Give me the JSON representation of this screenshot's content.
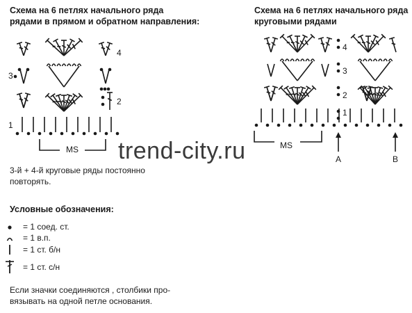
{
  "left_title": {
    "line1": "Схема на 6 петлях начального ряда",
    "line2": "рядами в прямом и обратном направления:"
  },
  "right_title": {
    "line1": "Схема на 6 петлях начального ряда",
    "line2": "круговыми рядами"
  },
  "left_diagram": {
    "row_numbers": [
      "4",
      "3",
      "2",
      "1"
    ],
    "repeat_label": "MS"
  },
  "right_diagram": {
    "row_numbers": [
      "4",
      "3",
      "2",
      "1"
    ],
    "repeat_label": "MS",
    "marker_a": "A",
    "marker_b": "B"
  },
  "watermark": "trend-city.ru",
  "repeat_note": {
    "line1": "3-й + 4-й круговые  ряды постоянно",
    "line2": "повторять."
  },
  "legend": {
    "title": "Условные обозначения:",
    "items": [
      {
        "icon": "dot-icon",
        "label": "= 1 соед. ст."
      },
      {
        "icon": "arc-icon",
        "label": "= 1 в.п."
      },
      {
        "icon": "vertical-bar-icon",
        "label": "= 1 ст. б/н"
      },
      {
        "icon": "crossed-stitch-icon",
        "label": "= 1 ст. с/н"
      }
    ]
  },
  "footer_note": {
    "line1": "Если значки соединяются , столбики про-",
    "line2": "вязывать на одной петле основания."
  },
  "colors": {
    "ink": "#1a1a1a",
    "background": "#ffffff"
  }
}
